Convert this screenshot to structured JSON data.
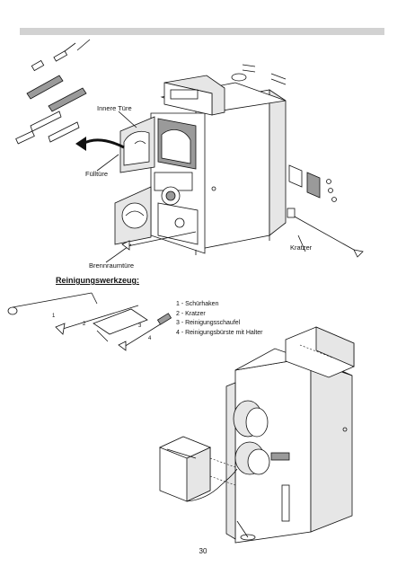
{
  "labels": {
    "inner_door": "Innere Türe",
    "fill_door": "Fülltüre",
    "combustion_door": "Brennraumtüre",
    "scraper": "Kratzer"
  },
  "section_title": "Reinigungswerkzeug:",
  "tool_numbers": [
    "1",
    "2",
    "3",
    "4"
  ],
  "legend": [
    "1 - Schürhaken",
    "2 - Kratzer",
    "3 - Reinigungsschaufel",
    "4 - Reinigungsbürste mit Halter"
  ],
  "page_number": "30"
}
